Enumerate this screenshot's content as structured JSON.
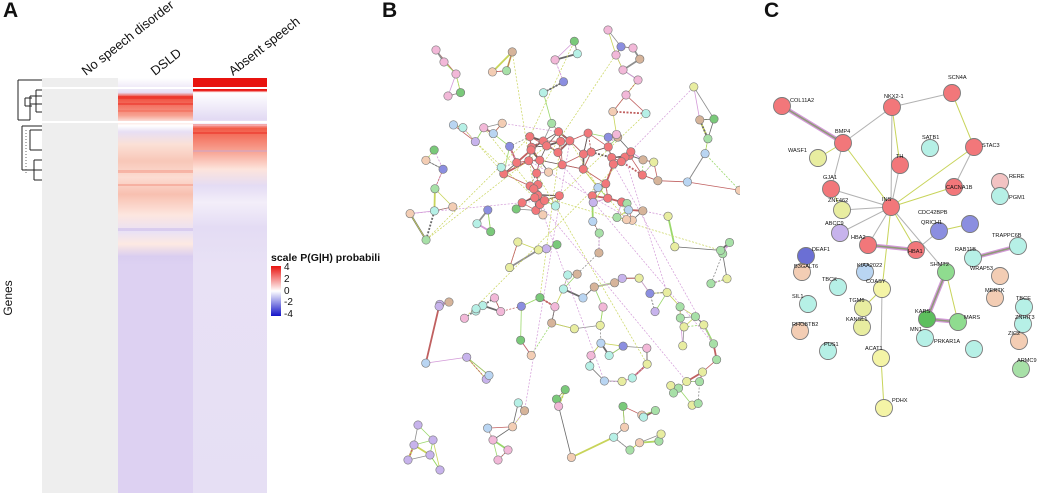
{
  "panels": {
    "a": {
      "letter": "A",
      "columns": [
        "No speech disorder",
        "DSLD",
        "Absent speech"
      ],
      "row_axis_label": "Genes",
      "legend": {
        "title": "scale P(G|H) probability",
        "ticks": [
          "4",
          "2",
          "0",
          "-2",
          "-4"
        ],
        "colors": {
          "high": "#e8130f",
          "mid": "#ffffff",
          "low": "#1414c8"
        }
      }
    },
    "b": {
      "letter": "B"
    },
    "c": {
      "letter": "C",
      "nodes": [
        {
          "id": "COL11A2",
          "label": "COL11A2",
          "color": "#f2777a"
        },
        {
          "id": "BMP4",
          "label": "BMP4",
          "color": "#f2777a"
        },
        {
          "id": "NKX2-1",
          "label": "NKX2-1",
          "color": "#f2777a"
        },
        {
          "id": "SCN4A",
          "label": "SCN4A",
          "color": "#f2777a"
        },
        {
          "id": "WASF1",
          "label": "WASF1",
          "color": "#e8eda0"
        },
        {
          "id": "SATB1",
          "label": "SATB1",
          "color": "#b6f0e6"
        },
        {
          "id": "STAC3",
          "label": "STAC3",
          "color": "#f2777a"
        },
        {
          "id": "TH",
          "label": "TH",
          "color": "#f2777a"
        },
        {
          "id": "GJA1",
          "label": "GJA1",
          "color": "#f2777a"
        },
        {
          "id": "RERE",
          "label": "RERE",
          "color": "#f3c3c3"
        },
        {
          "id": "PGM1",
          "label": "PGM1",
          "color": "#b6f0e6"
        },
        {
          "id": "CACNA1B",
          "label": "CACNA1B",
          "color": "#f2777a"
        },
        {
          "id": "ZNF462",
          "label": "ZNF462",
          "color": "#e8eda0"
        },
        {
          "id": "INS",
          "label": "INS",
          "color": "#f2777a"
        },
        {
          "id": "CDC42BPB",
          "label": "CDC42BPB",
          "color": "#8b8ee0"
        },
        {
          "id": "ABCC9",
          "label": "ABCC9",
          "color": "#c7b3ec"
        },
        {
          "id": "QRICH1",
          "label": "QRICH1",
          "color": "#8b8ee0"
        },
        {
          "id": "HBA2",
          "label": "HBA2",
          "color": "#f2777a"
        },
        {
          "id": "HBA1",
          "label": "HBA1",
          "color": "#f2777a"
        },
        {
          "id": "DEAF1",
          "label": "DEAF1",
          "color": "#6b6fd4"
        },
        {
          "id": "RAB11B",
          "label": "RAB11B",
          "color": "#b6f0e6"
        },
        {
          "id": "TRAPPC6B",
          "label": "TRAPPC6B",
          "color": "#b6f0e6"
        },
        {
          "id": "B3GALT6",
          "label": "B3GALT6",
          "color": "#f3cdb4"
        },
        {
          "id": "KIAA2022",
          "label": "KIAA2022",
          "color": "#b9d5f2"
        },
        {
          "id": "SHMT2",
          "label": "SHMT2",
          "color": "#8fdc8f"
        },
        {
          "id": "WRAP53",
          "label": "WRAP53",
          "color": "#f3cdb4"
        },
        {
          "id": "TBCK",
          "label": "TBCK",
          "color": "#b6f0e6"
        },
        {
          "id": "COASY",
          "label": "COASY",
          "color": "#f4f4a6"
        },
        {
          "id": "MERTK",
          "label": "MERTK",
          "color": "#f3cdb4"
        },
        {
          "id": "SIL1",
          "label": "SIL1",
          "color": "#b6f0e6"
        },
        {
          "id": "TGM6",
          "label": "TGM6",
          "color": "#e8eda0"
        },
        {
          "id": "TBCE",
          "label": "TBCE",
          "color": "#b6f0e6"
        },
        {
          "id": "KARS",
          "label": "KARS",
          "color": "#5dbf5d"
        },
        {
          "id": "MARS",
          "label": "MARS",
          "color": "#8fdc8f"
        },
        {
          "id": "RHOBTB2",
          "label": "RHOBTB2",
          "color": "#f3cdb4"
        },
        {
          "id": "KANSL1",
          "label": "KANSL1",
          "color": "#e8eda0"
        },
        {
          "id": "ZNHIT3",
          "label": "ZNHIT3",
          "color": "#b6f0e6"
        },
        {
          "id": "MN1",
          "label": "MN1",
          "color": "#b6f0e6"
        },
        {
          "id": "PUS1",
          "label": "PUS1",
          "color": "#b6f0e6"
        },
        {
          "id": "PRKAR1A",
          "label": "PRKAR1A",
          "color": "#b6f0e6"
        },
        {
          "id": "ZIC2",
          "label": "ZIC2",
          "color": "#f3cdb4"
        },
        {
          "id": "ACAT1",
          "label": "ACAT1",
          "color": "#f4f4a6"
        },
        {
          "id": "ARMC9",
          "label": "ARMC9",
          "color": "#a7e0a7"
        },
        {
          "id": "PDHX",
          "label": "PDHX",
          "color": "#f4f4a6"
        }
      ],
      "edges": [
        [
          "COL11A2",
          "BMP4"
        ],
        [
          "BMP4",
          "NKX2-1"
        ],
        [
          "BMP4",
          "WASF1"
        ],
        [
          "BMP4",
          "GJA1"
        ],
        [
          "BMP4",
          "INS"
        ],
        [
          "NKX2-1",
          "SCN4A"
        ],
        [
          "NKX2-1",
          "TH"
        ],
        [
          "NKX2-1",
          "INS"
        ],
        [
          "SCN4A",
          "STAC3"
        ],
        [
          "STAC3",
          "CACNA1B"
        ],
        [
          "STAC3",
          "INS"
        ],
        [
          "TH",
          "INS"
        ],
        [
          "GJA1",
          "ZNF462"
        ],
        [
          "GJA1",
          "INS"
        ],
        [
          "INS",
          "CACNA1B"
        ],
        [
          "INS",
          "HBA2"
        ],
        [
          "INS",
          "HBA1"
        ],
        [
          "INS",
          "ZNF462"
        ],
        [
          "INS",
          "COASY"
        ],
        [
          "INS",
          "SHMT2"
        ],
        [
          "HBA2",
          "HBA1"
        ],
        [
          "HBA1",
          "QRICH1"
        ],
        [
          "QRICH1",
          "CDC42BPB"
        ],
        [
          "COASY",
          "ACAT1"
        ],
        [
          "ACAT1",
          "PDHX"
        ],
        [
          "SHMT2",
          "KARS"
        ],
        [
          "SHMT2",
          "MARS"
        ],
        [
          "KARS",
          "MARS"
        ],
        [
          "RAB11B",
          "TRAPPC6B"
        ],
        [
          "TGM6",
          "KANSL1"
        ],
        [
          "TGM6",
          "COASY"
        ],
        [
          "INS",
          "ABCC9"
        ]
      ]
    }
  }
}
